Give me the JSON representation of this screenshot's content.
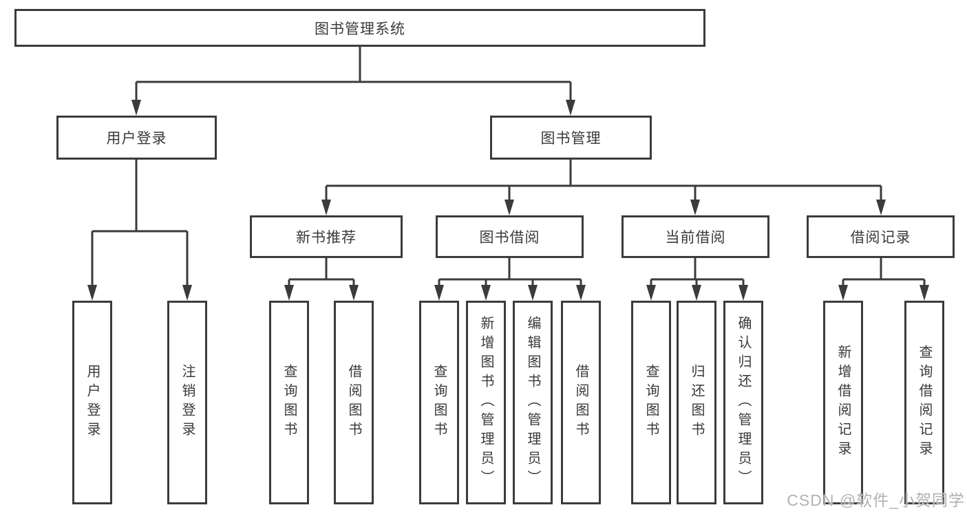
{
  "diagram": {
    "root": {
      "label": "图书管理系统"
    },
    "login": {
      "label": "用户登录",
      "children": [
        "用户登录",
        "注销登录"
      ]
    },
    "management": {
      "label": "图书管理",
      "sections": [
        {
          "label": "新书推荐",
          "children": [
            "查询图书",
            "借阅图书"
          ]
        },
        {
          "label": "图书借阅",
          "children": [
            "查询图书",
            "新增图书（管理员）",
            "编辑图书（管理员）",
            "借阅图书"
          ]
        },
        {
          "label": "当前借阅",
          "children": [
            "查询图书",
            "归还图书",
            "确认归还（管理员）"
          ]
        },
        {
          "label": "借阅记录",
          "children": [
            "新增借阅记录",
            "查询借阅记录"
          ]
        }
      ]
    }
  },
  "watermark": "CSDN @软件_小贺同学",
  "colors": {
    "line": "#3b3b3b",
    "box_border": "#3b3b3b",
    "text": "#3a3a3a",
    "background": "#ffffff",
    "watermark": "#b2b2b2"
  }
}
